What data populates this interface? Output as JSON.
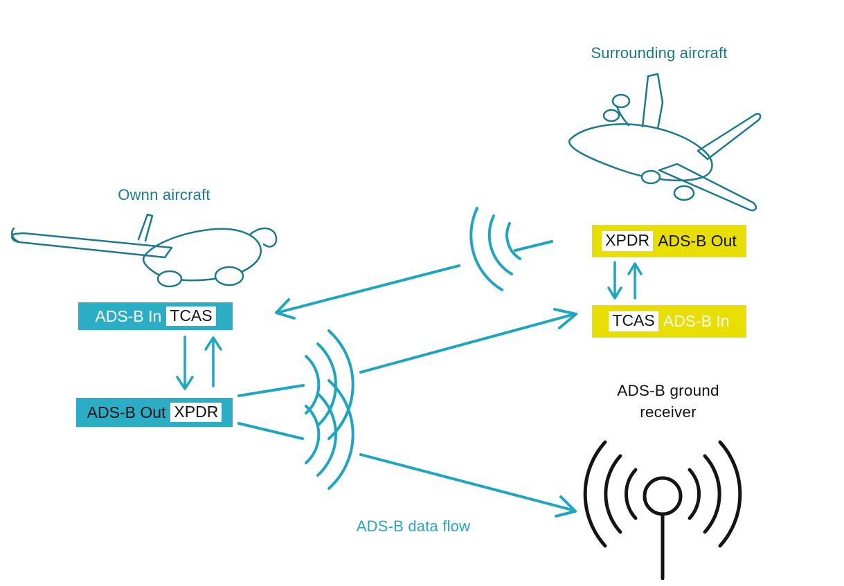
{
  "diagram": {
    "own_aircraft_label": "Ownn aircraft",
    "surrounding_aircraft_label": "Surrounding aircraft",
    "ground_receiver_label_line1": "ADS-B ground",
    "ground_receiver_label_line2": "receiver",
    "data_flow_label": "ADS-B data flow",
    "own_aircraft": {
      "in_box": {
        "label": "ADS-B In",
        "chip": "TCAS"
      },
      "out_box": {
        "label": "ADS-B Out",
        "chip": "XPDR"
      }
    },
    "surrounding_aircraft": {
      "out_box": {
        "chip": "XPDR",
        "label": "ADS-B Out"
      },
      "in_box": {
        "chip": "TCAS",
        "label": "ADS-B In"
      }
    },
    "colors": {
      "teal_box": "#2BADC5",
      "yellow_box": "#E8DE00",
      "arrow_teal": "#1CA6C1",
      "outline_teal": "#19798D",
      "data_flow_teal": "#27A7C1",
      "ground_black": "#141414"
    },
    "icons": {
      "center_broadcast": "radio-wave-icon",
      "incoming_broadcast": "radio-wave-icon",
      "ground_station": "ground-antenna-icon"
    }
  }
}
